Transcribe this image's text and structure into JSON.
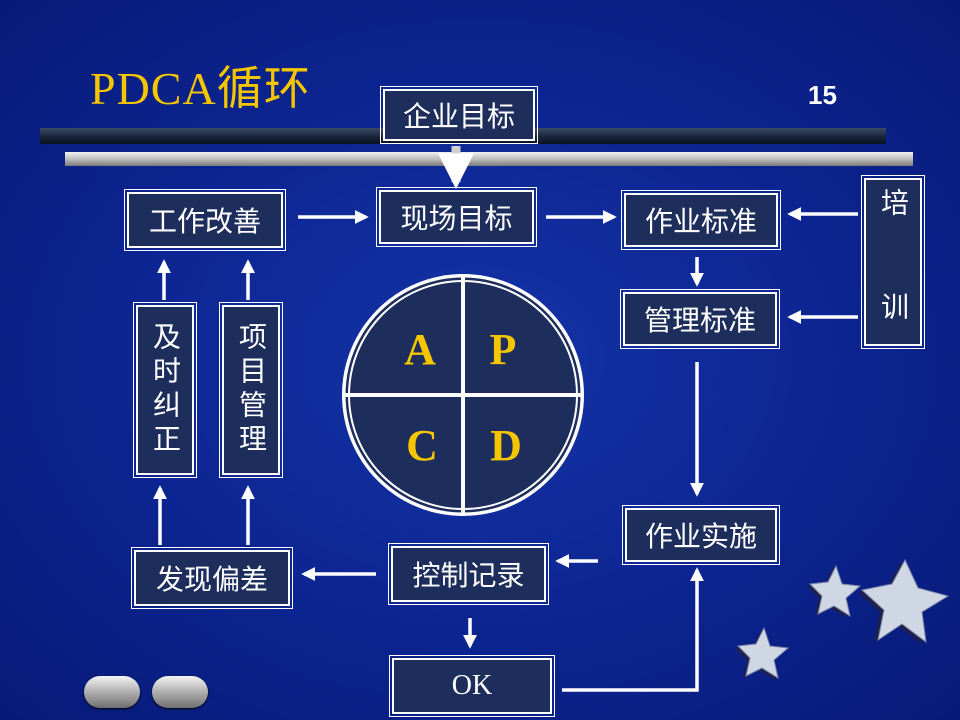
{
  "slide": {
    "title": "PDCA循环",
    "page_number": "15"
  },
  "boxes": {
    "company_goal": "企业目标",
    "work_improvement": "工作改善",
    "site_goal": "现场目标",
    "work_standard": "作业标准",
    "training": "培训",
    "management_standard": "管理标准",
    "timely_correction": "及时纠正",
    "project_management": "项目管理",
    "work_implementation": "作业实施",
    "find_deviation": "发现偏差",
    "control_record": "控制记录",
    "ok": "OK"
  },
  "pdca": {
    "top_left": "A",
    "top_right": "P",
    "bottom_left": "C",
    "bottom_right": "D"
  },
  "colors": {
    "background": "#0c2490",
    "title": "#f5c600",
    "box_fill": "#1e2e5c",
    "letters": "#f5c600",
    "lines": "#ffffff"
  }
}
